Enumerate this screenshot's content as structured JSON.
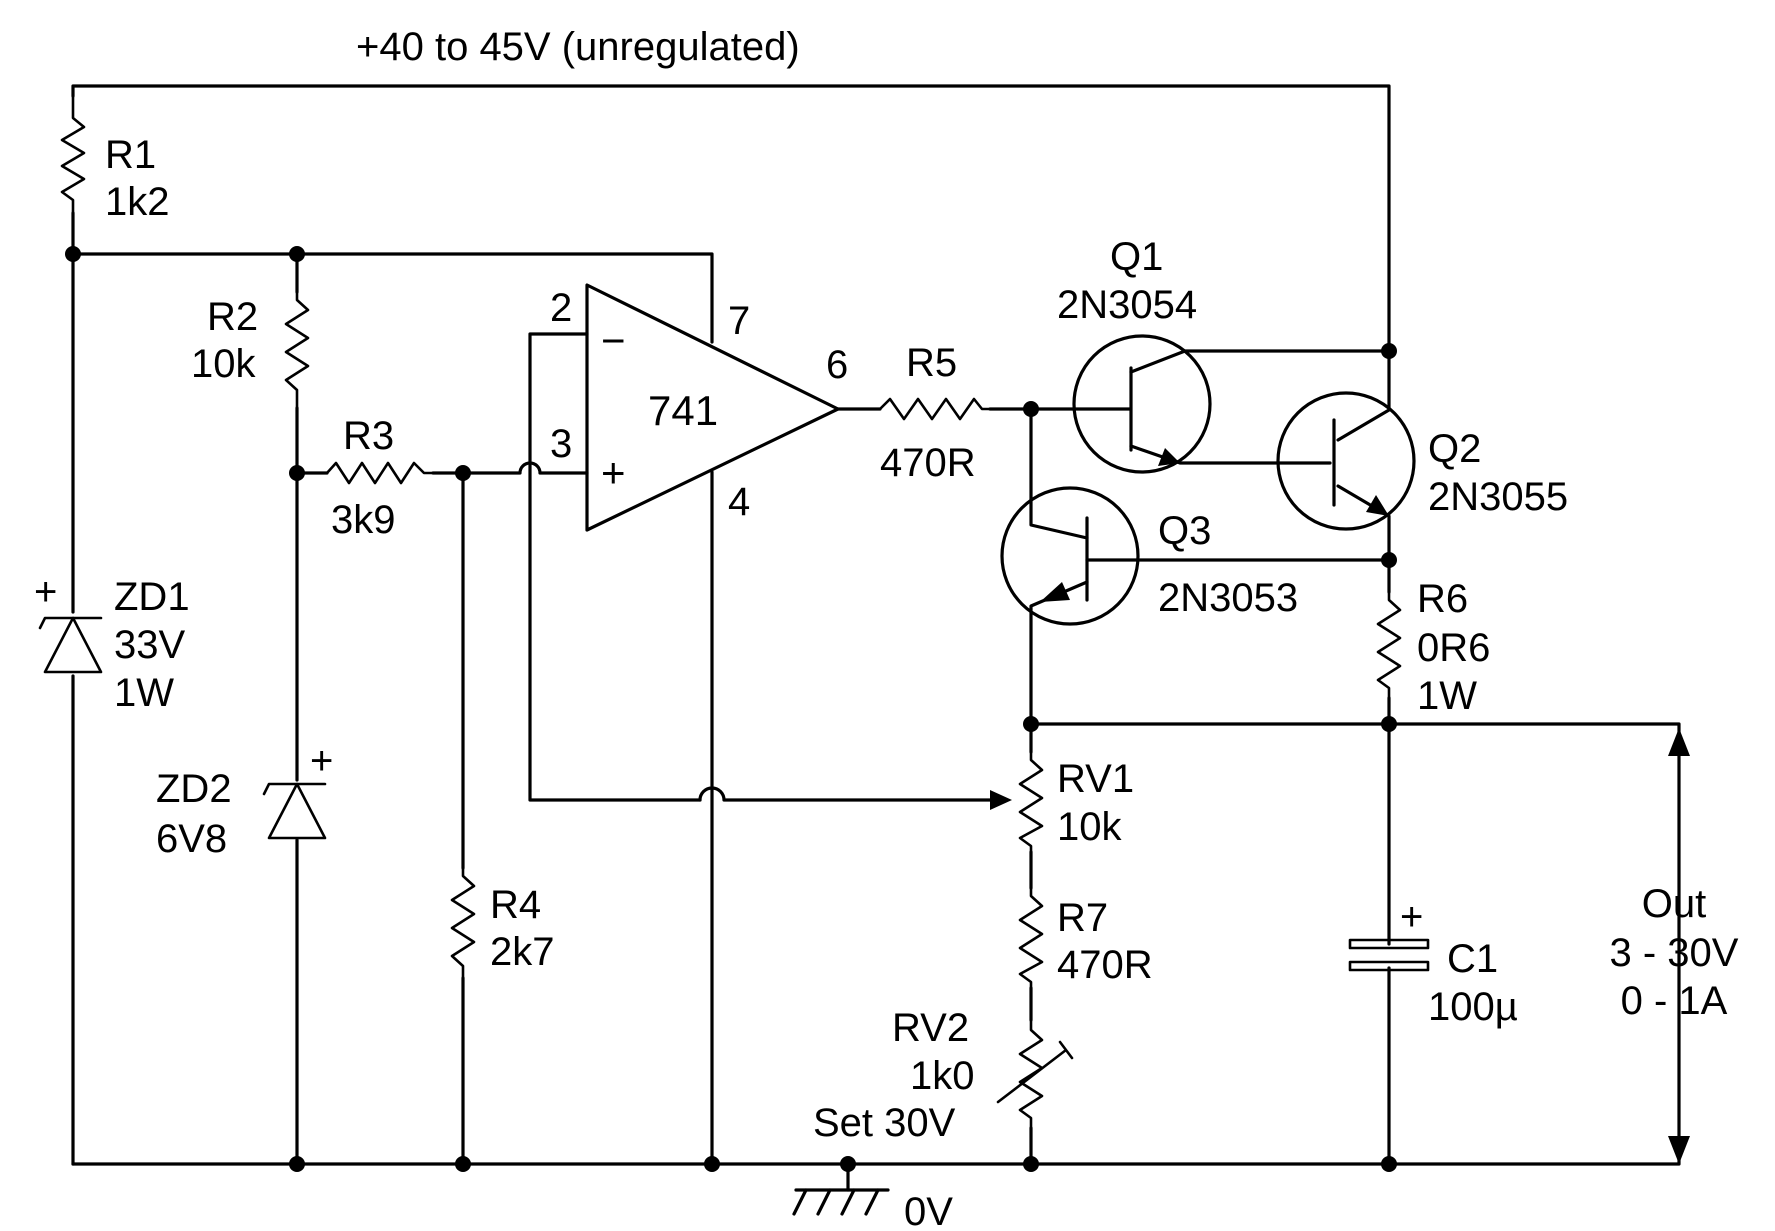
{
  "supply_label": "+40 to 45V (unregulated)",
  "ground_label": "0V",
  "opamp": {
    "name": "741",
    "pin_inv": "2",
    "pin_noninv": "3",
    "pin_out": "6",
    "pin_vplus": "7",
    "pin_vminus": "4",
    "sign_inv": "−",
    "sign_noninv": "+"
  },
  "components": {
    "R1": {
      "ref": "R1",
      "value": "1k2"
    },
    "R2": {
      "ref": "R2",
      "value": "10k"
    },
    "R3": {
      "ref": "R3",
      "value": "3k9"
    },
    "R4": {
      "ref": "R4",
      "value": "2k7"
    },
    "R5": {
      "ref": "R5",
      "value": "470R"
    },
    "R6": {
      "ref": "R6",
      "value": "0R6",
      "rating": "1W"
    },
    "R7": {
      "ref": "R7",
      "value": "470R"
    },
    "RV1": {
      "ref": "RV1",
      "value": "10k"
    },
    "RV2": {
      "ref": "RV2",
      "value": "1k0",
      "note": "Set 30V"
    },
    "ZD1": {
      "ref": "ZD1",
      "value": "33V",
      "rating": "1W",
      "polarity": "+"
    },
    "ZD2": {
      "ref": "ZD2",
      "value": "6V8",
      "polarity": "+"
    },
    "C1": {
      "ref": "C1",
      "value": "100µ",
      "polarity": "+"
    },
    "Q1": {
      "ref": "Q1",
      "part": "2N3054"
    },
    "Q2": {
      "ref": "Q2",
      "part": "2N3055"
    },
    "Q3": {
      "ref": "Q3",
      "part": "2N3053"
    }
  },
  "output": {
    "label": "Out",
    "voltage": "3 - 30V",
    "current": "0 - 1A"
  }
}
